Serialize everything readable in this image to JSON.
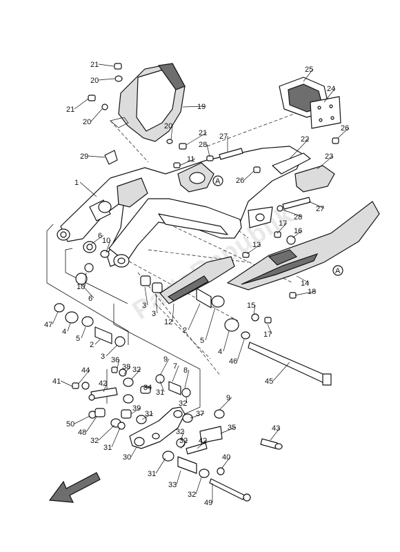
{
  "diagram": {
    "watermark": "PartsRepublik",
    "reference_marker": "A",
    "callouts": [
      {
        "id": "21a",
        "label": "21"
      },
      {
        "id": "20a",
        "label": "20"
      },
      {
        "id": "21b",
        "label": "21"
      },
      {
        "id": "20b",
        "label": "20"
      },
      {
        "id": "19",
        "label": "19"
      },
      {
        "id": "20c",
        "label": "20"
      },
      {
        "id": "21c",
        "label": "21"
      },
      {
        "id": "28a",
        "label": "28"
      },
      {
        "id": "27a",
        "label": "27"
      },
      {
        "id": "29",
        "label": "29"
      },
      {
        "id": "11",
        "label": "11"
      },
      {
        "id": "1",
        "label": "1"
      },
      {
        "id": "25",
        "label": "25"
      },
      {
        "id": "24",
        "label": "24"
      },
      {
        "id": "26a",
        "label": "26"
      },
      {
        "id": "22",
        "label": "22"
      },
      {
        "id": "23",
        "label": "23"
      },
      {
        "id": "26b",
        "label": "26"
      },
      {
        "id": "27b",
        "label": "27"
      },
      {
        "id": "28b",
        "label": "28"
      },
      {
        "id": "17a",
        "label": "17"
      },
      {
        "id": "16",
        "label": "16"
      },
      {
        "id": "13",
        "label": "13"
      },
      {
        "id": "6a",
        "label": "6"
      },
      {
        "id": "10a",
        "label": "10"
      },
      {
        "id": "10b",
        "label": "10"
      },
      {
        "id": "6b",
        "label": "6"
      },
      {
        "id": "14",
        "label": "14"
      },
      {
        "id": "18",
        "label": "18"
      },
      {
        "id": "3a",
        "label": "3"
      },
      {
        "id": "3b",
        "label": "3"
      },
      {
        "id": "12",
        "label": "12"
      },
      {
        "id": "2a",
        "label": "2"
      },
      {
        "id": "47",
        "label": "47"
      },
      {
        "id": "4a",
        "label": "4"
      },
      {
        "id": "5a",
        "label": "5"
      },
      {
        "id": "2b",
        "label": "2"
      },
      {
        "id": "3c",
        "label": "3"
      },
      {
        "id": "5b",
        "label": "5"
      },
      {
        "id": "4b",
        "label": "4"
      },
      {
        "id": "46",
        "label": "46"
      },
      {
        "id": "15",
        "label": "15"
      },
      {
        "id": "17b",
        "label": "17"
      },
      {
        "id": "45",
        "label": "45"
      },
      {
        "id": "36",
        "label": "36"
      },
      {
        "id": "38",
        "label": "38"
      },
      {
        "id": "32a",
        "label": "32"
      },
      {
        "id": "9a",
        "label": "9"
      },
      {
        "id": "7",
        "label": "7"
      },
      {
        "id": "8",
        "label": "8"
      },
      {
        "id": "44",
        "label": "44"
      },
      {
        "id": "41",
        "label": "41"
      },
      {
        "id": "42a",
        "label": "42"
      },
      {
        "id": "34",
        "label": "34"
      },
      {
        "id": "31a",
        "label": "31"
      },
      {
        "id": "32b",
        "label": "32"
      },
      {
        "id": "50",
        "label": "50"
      },
      {
        "id": "39",
        "label": "39"
      },
      {
        "id": "48",
        "label": "48"
      },
      {
        "id": "31b",
        "label": "31"
      },
      {
        "id": "9b",
        "label": "9"
      },
      {
        "id": "32c",
        "label": "32"
      },
      {
        "id": "37",
        "label": "37"
      },
      {
        "id": "35",
        "label": "35"
      },
      {
        "id": "43",
        "label": "43"
      },
      {
        "id": "32d",
        "label": "32"
      },
      {
        "id": "31c",
        "label": "31"
      },
      {
        "id": "32e",
        "label": "32"
      },
      {
        "id": "42b",
        "label": "42"
      },
      {
        "id": "30",
        "label": "30"
      },
      {
        "id": "40",
        "label": "40"
      },
      {
        "id": "31d",
        "label": "31"
      },
      {
        "id": "33",
        "label": "33"
      },
      {
        "id": "32f",
        "label": "32"
      },
      {
        "id": "49",
        "label": "49"
      }
    ]
  }
}
